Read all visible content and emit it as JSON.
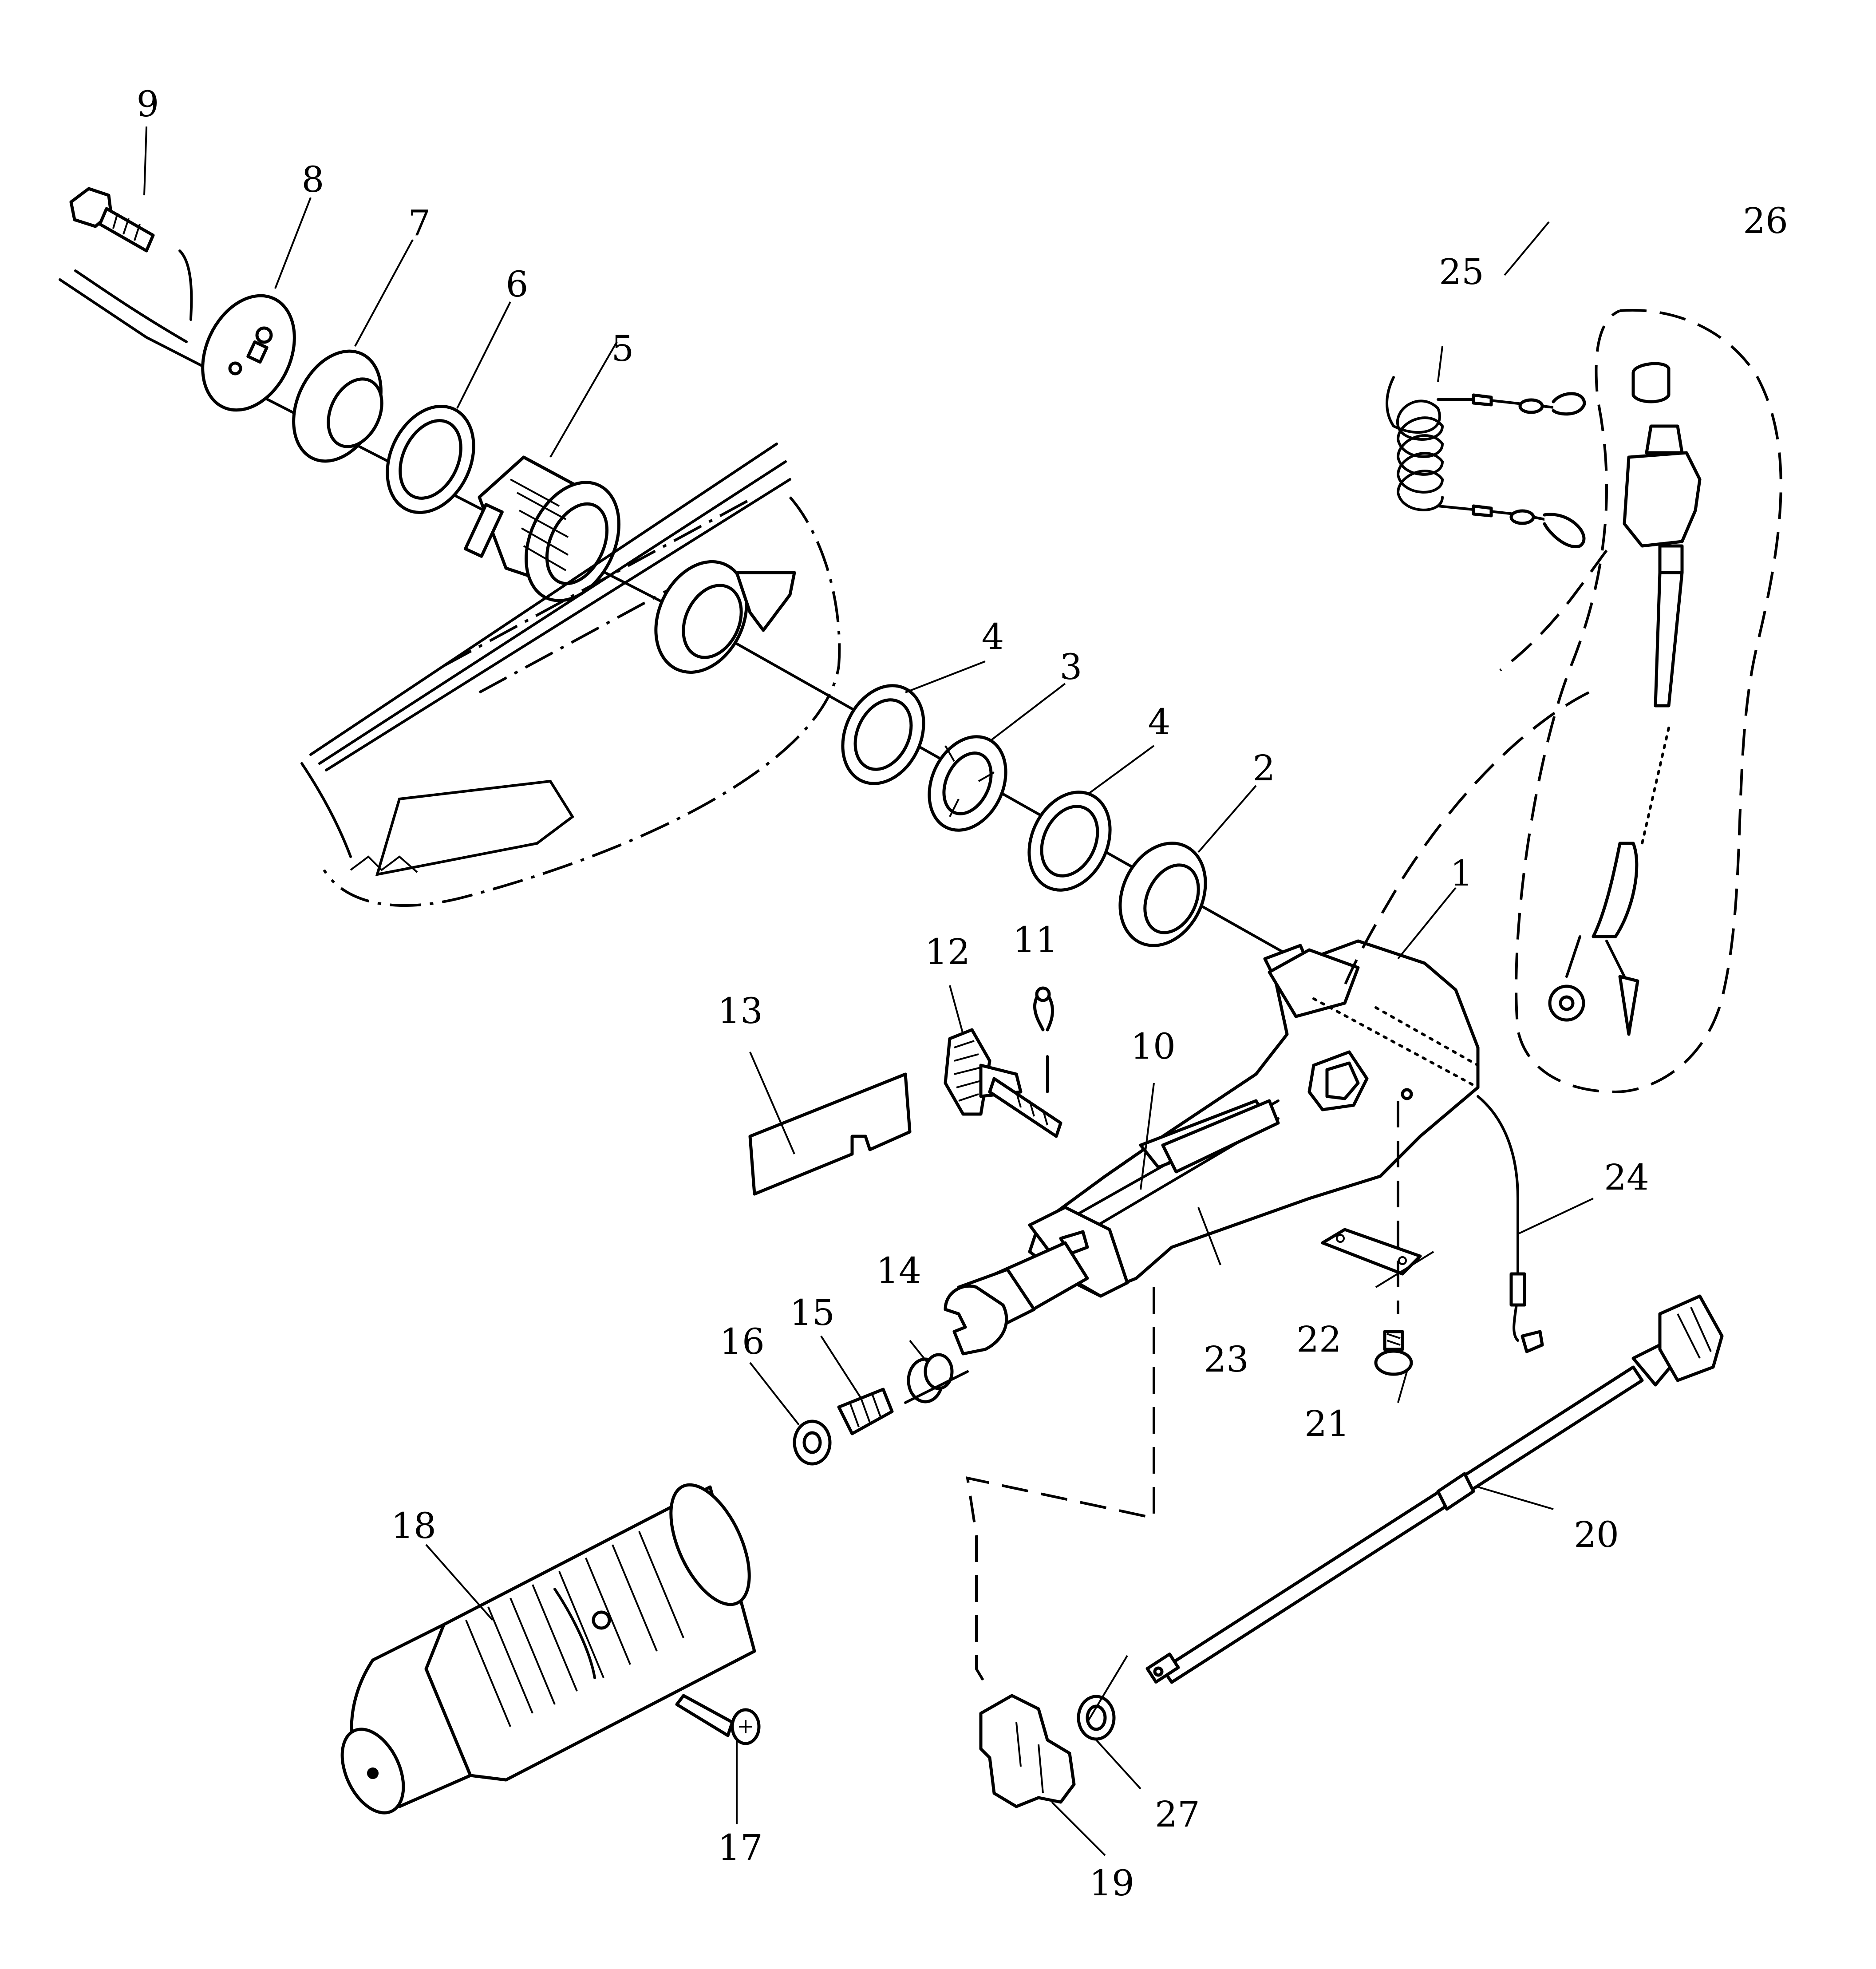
{
  "callouts": {
    "c1": "1",
    "c2": "2",
    "c3": "3",
    "c4a": "4",
    "c4b": "4",
    "c5": "5",
    "c6": "6",
    "c7": "7",
    "c8": "8",
    "c9": "9",
    "c10": "10",
    "c11": "11",
    "c12": "12",
    "c13": "13",
    "c14": "14",
    "c15": "15",
    "c16": "16",
    "c17": "17",
    "c18": "18",
    "c19": "19",
    "c20": "20",
    "c21": "21",
    "c22": "22",
    "c23": "23",
    "c24": "24",
    "c25": "25",
    "c26": "26",
    "c27": "27"
  }
}
